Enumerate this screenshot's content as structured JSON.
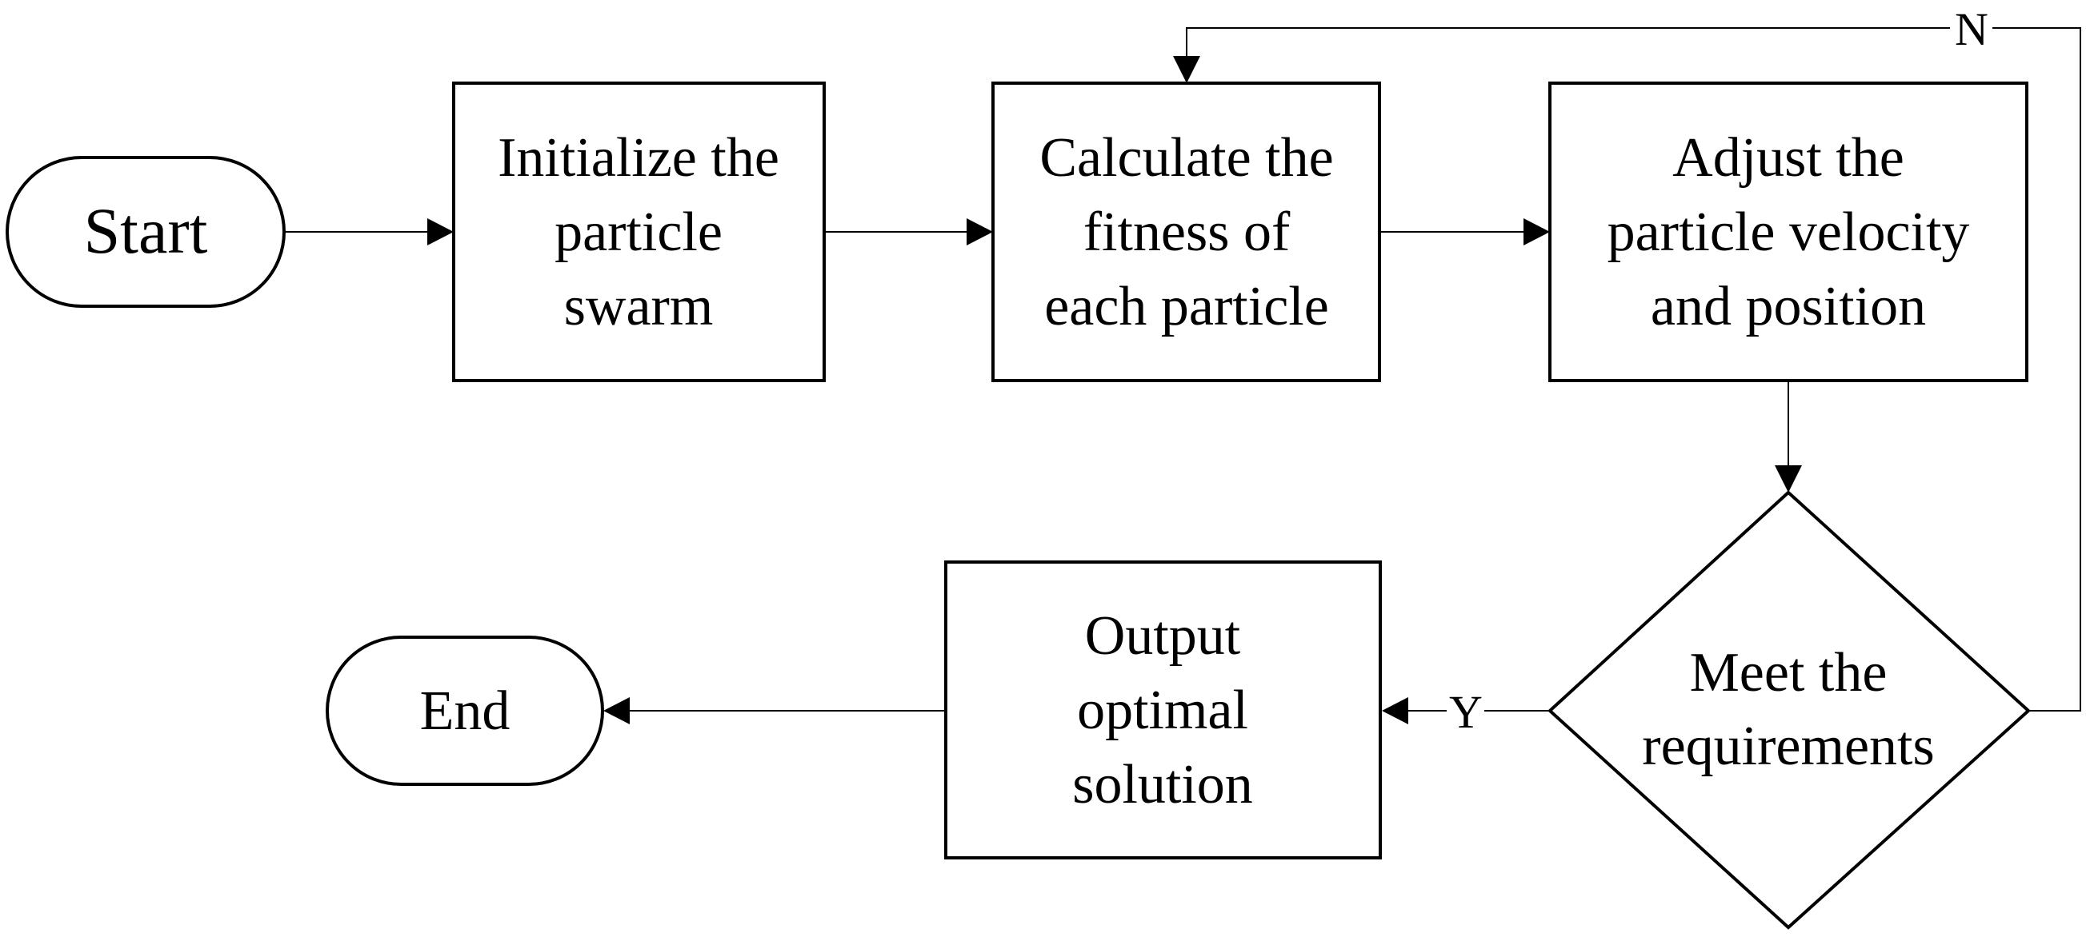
{
  "nodes": {
    "start": {
      "label": "Start"
    },
    "init": {
      "lines": [
        "Initialize the",
        "particle",
        "swarm"
      ]
    },
    "fitness": {
      "lines": [
        "Calculate the",
        "fitness of",
        "each particle"
      ]
    },
    "adjust": {
      "lines": [
        "Adjust the",
        "particle velocity",
        "and position"
      ]
    },
    "decision": {
      "lines": [
        "Meet the",
        "requirements"
      ]
    },
    "output": {
      "lines": [
        "Output",
        "optimal",
        "solution"
      ]
    },
    "end": {
      "label": "End"
    }
  },
  "edges": {
    "yes_label": "Y",
    "no_label": "N"
  }
}
